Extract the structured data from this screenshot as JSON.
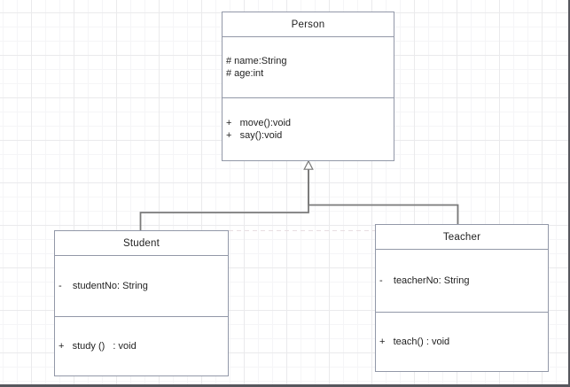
{
  "diagram": {
    "type": "uml-class-diagram",
    "classes": [
      {
        "name": "Person",
        "attributes": [
          "# name:String",
          "# age:int"
        ],
        "methods": [
          "+   move():void",
          "+   say():void"
        ]
      },
      {
        "name": "Student",
        "attributes": [
          "-    studentNo: String"
        ],
        "methods": [
          "+   study ()   : void"
        ]
      },
      {
        "name": "Teacher",
        "attributes": [
          "-    teacherNo: String"
        ],
        "methods": [
          "+   teach() : void"
        ]
      }
    ],
    "relationships": [
      {
        "type": "generalization",
        "from": "Student",
        "to": "Person"
      },
      {
        "type": "generalization",
        "from": "Teacher",
        "to": "Person"
      }
    ]
  },
  "colors": {
    "canvas_bg": "#ffffff",
    "grid_minor": "#f5f5f7",
    "grid_major": "#eaeaec",
    "box_border": "#9298a8",
    "connector": "#7a7a7a",
    "window_edge": "#56575d",
    "text": "#1f1f1f",
    "guide": "#e7dee1"
  }
}
